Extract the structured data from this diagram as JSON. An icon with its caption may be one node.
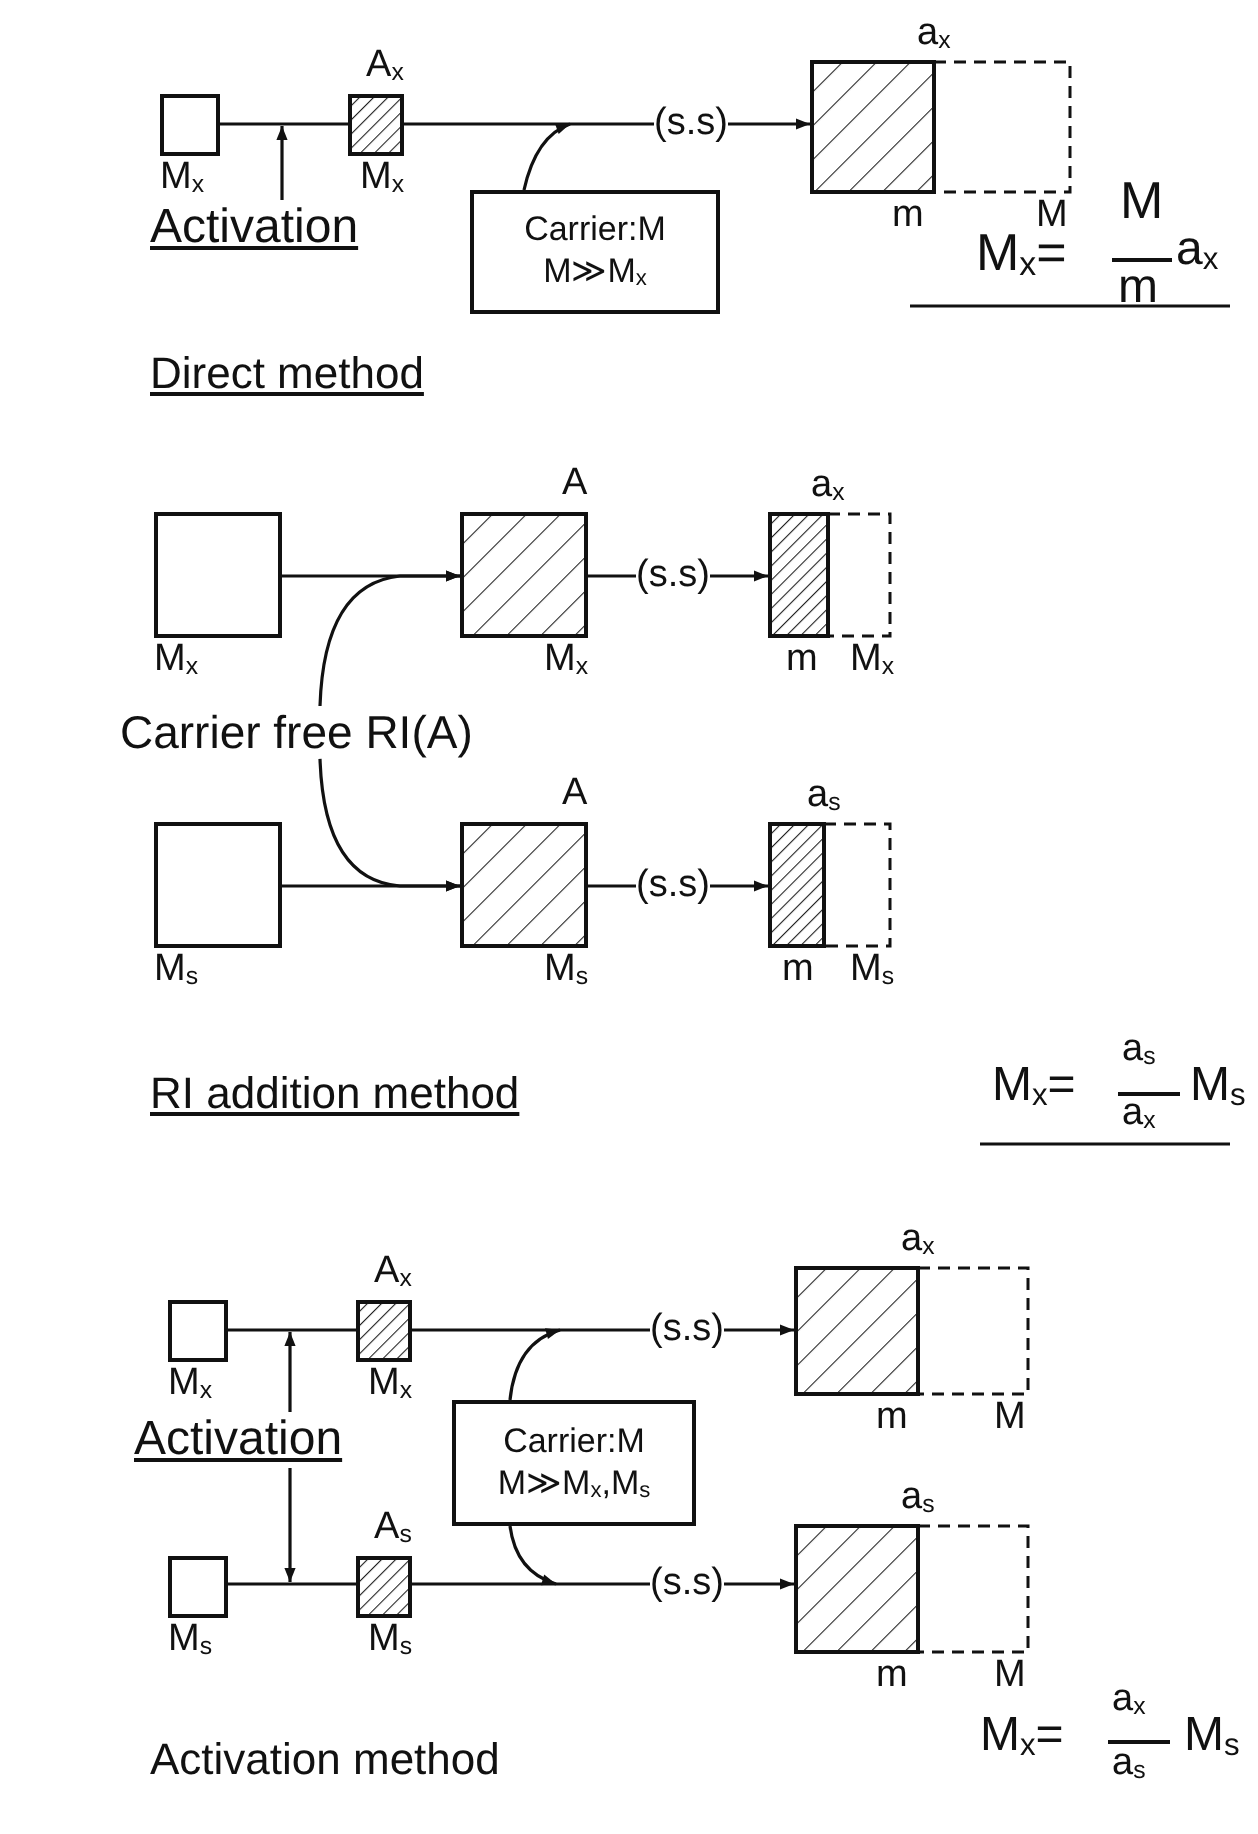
{
  "diagram": {
    "nodes": [
      {
        "text": [],
        "shape": "box",
        "beside": [
          "M$_{x}$"
        ]
      },
      {
        "text": [],
        "shape": "box",
        "beside": [
          "A$_{x}$",
          "M$_{x}$"
        ]
      },
      {
        "text": [
          "Activation"
        ]
      },
      {
        "text": [
          "(s.s)"
        ]
      },
      {
        "text": [],
        "shape": "box",
        "beside": [
          "a$_{x}$",
          "m",
          "M"
        ]
      },
      {
        "text": [
          "Carrier:M",
          "M≫M$_{x}$"
        ]
      },
      {
        "text": [],
        "shape": "box",
        "beside": [
          "M$_{x}$"
        ]
      },
      {
        "text": [],
        "shape": "box",
        "beside": [
          "A",
          "M$_{x}$"
        ]
      },
      {
        "text": [
          "(s.s)"
        ]
      },
      {
        "text": [],
        "shape": "box",
        "beside": [
          "a$_{x}$",
          "m",
          "M$_{x}$"
        ]
      },
      {
        "text": [
          "Carrier free RI(A)"
        ]
      },
      {
        "text": [],
        "shape": "box",
        "beside": [
          "M$_{s}$"
        ]
      },
      {
        "text": [],
        "shape": "box",
        "beside": [
          "A",
          "M$_{s}$"
        ]
      },
      {
        "text": [
          "(s.s)"
        ]
      },
      {
        "text": [],
        "shape": "box",
        "beside": [
          "a$_{s}$",
          "m",
          "M$_{s}$"
        ]
      },
      {
        "text": [],
        "shape": "box",
        "beside": [
          "M$_{x}$"
        ]
      },
      {
        "text": [],
        "shape": "box",
        "beside": [
          "A$_{x}$",
          "M$_{x}$"
        ]
      },
      {
        "text": [
          "(s.s)"
        ]
      },
      {
        "text": [],
        "shape": "box",
        "beside": [
          "a$_{x}$",
          "m",
          "M"
        ]
      },
      {
        "text": [
          "Activation"
        ]
      },
      {
        "text": [
          "Carrier:M",
          "M≫M$_{x}$,M$_{s}$"
        ]
      },
      {
        "text": [],
        "shape": "box",
        "beside": [
          "M$_{s}$"
        ]
      },
      {
        "text": [],
        "shape": "box",
        "beside": [
          "A$_{s}$",
          "M$_{s}$"
        ]
      },
      {
        "text": [
          "(s.s)"
        ]
      },
      {
        "text": [],
        "shape": "box",
        "beside": [
          "a$_{s}$",
          "m",
          "M"
        ]
      }
    ],
    "edges": [
      {
        "from": 0,
        "to": 1,
        "arrow": "none"
      },
      {
        "from": 2,
        "to": null,
        "arrow": "to"
      },
      {
        "from": 1,
        "to": 3,
        "arrow": "none"
      },
      {
        "from": 3,
        "to": 4,
        "arrow": "to"
      },
      {
        "from": 5,
        "to": null,
        "arrow": "to"
      },
      {
        "from": 6,
        "to": 7,
        "arrow": "to"
      },
      {
        "from": 10,
        "to": 7,
        "arrow": "to"
      },
      {
        "from": 7,
        "to": 8,
        "arrow": "none"
      },
      {
        "from": 8,
        "to": 9,
        "arrow": "to"
      },
      {
        "from": 11,
        "to": 12,
        "arrow": "to"
      },
      {
        "from": 10,
        "to": 12,
        "arrow": "to"
      },
      {
        "from": 12,
        "to": 13,
        "arrow": "none"
      },
      {
        "from": 13,
        "to": 14,
        "arrow": "to"
      },
      {
        "from": 15,
        "to": 16,
        "arrow": "none"
      },
      {
        "from": 19,
        "to": null,
        "arrow": "to"
      },
      {
        "from": 16,
        "to": 17,
        "arrow": "none"
      },
      {
        "from": 17,
        "to": 18,
        "arrow": "to"
      },
      {
        "from": 20,
        "to": null,
        "arrow": "to"
      },
      {
        "from": 21,
        "to": 22,
        "arrow": "none"
      },
      {
        "from": 19,
        "to": null,
        "arrow": "to"
      },
      {
        "from": 22,
        "to": 23,
        "arrow": "none"
      },
      {
        "from": 23,
        "to": 24,
        "arrow": "to"
      },
      {
        "from": 20,
        "to": null,
        "arrow": "to"
      }
    ],
    "labels": [
      "M$_{x}$=",
      "M",
      "m",
      "a$_{x}$",
      "Direct method",
      "RI addition method",
      "M$_{x}$=",
      "a$_{s}$",
      "a$_{x}$",
      "M$_{s}$",
      "Activation method",
      "M$_{x}$=",
      "a$_{x}$",
      "a$_{s}$",
      "M$_{s}$"
    ]
  }
}
